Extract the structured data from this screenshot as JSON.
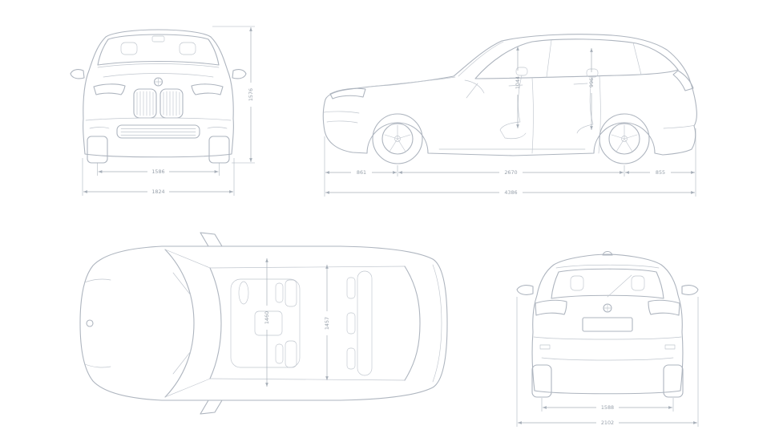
{
  "meta": {
    "description": "Technical four-view dimension drawing of a compact MPV car (front, side, top, rear blueprints)"
  },
  "colors": {
    "background": "#ffffff",
    "car_line": "#aeb5bf",
    "dim_line": "#a7afb9",
    "dim_text": "#98a1ab"
  },
  "views": {
    "front": {
      "dims": {
        "height": "1576",
        "track_front": "1586",
        "width": "1824"
      }
    },
    "side": {
      "dims": {
        "front_overhang": "861",
        "wheelbase": "2670",
        "rear_overhang": "855",
        "length": "4386",
        "front_headroom": "1044",
        "rear_headroom": "996"
      }
    },
    "top": {
      "dims": {
        "front_interior_width": "1460",
        "rear_interior_width": "1457"
      }
    },
    "rear": {
      "dims": {
        "track_rear": "1588",
        "width_with_mirrors": "2102"
      }
    }
  }
}
